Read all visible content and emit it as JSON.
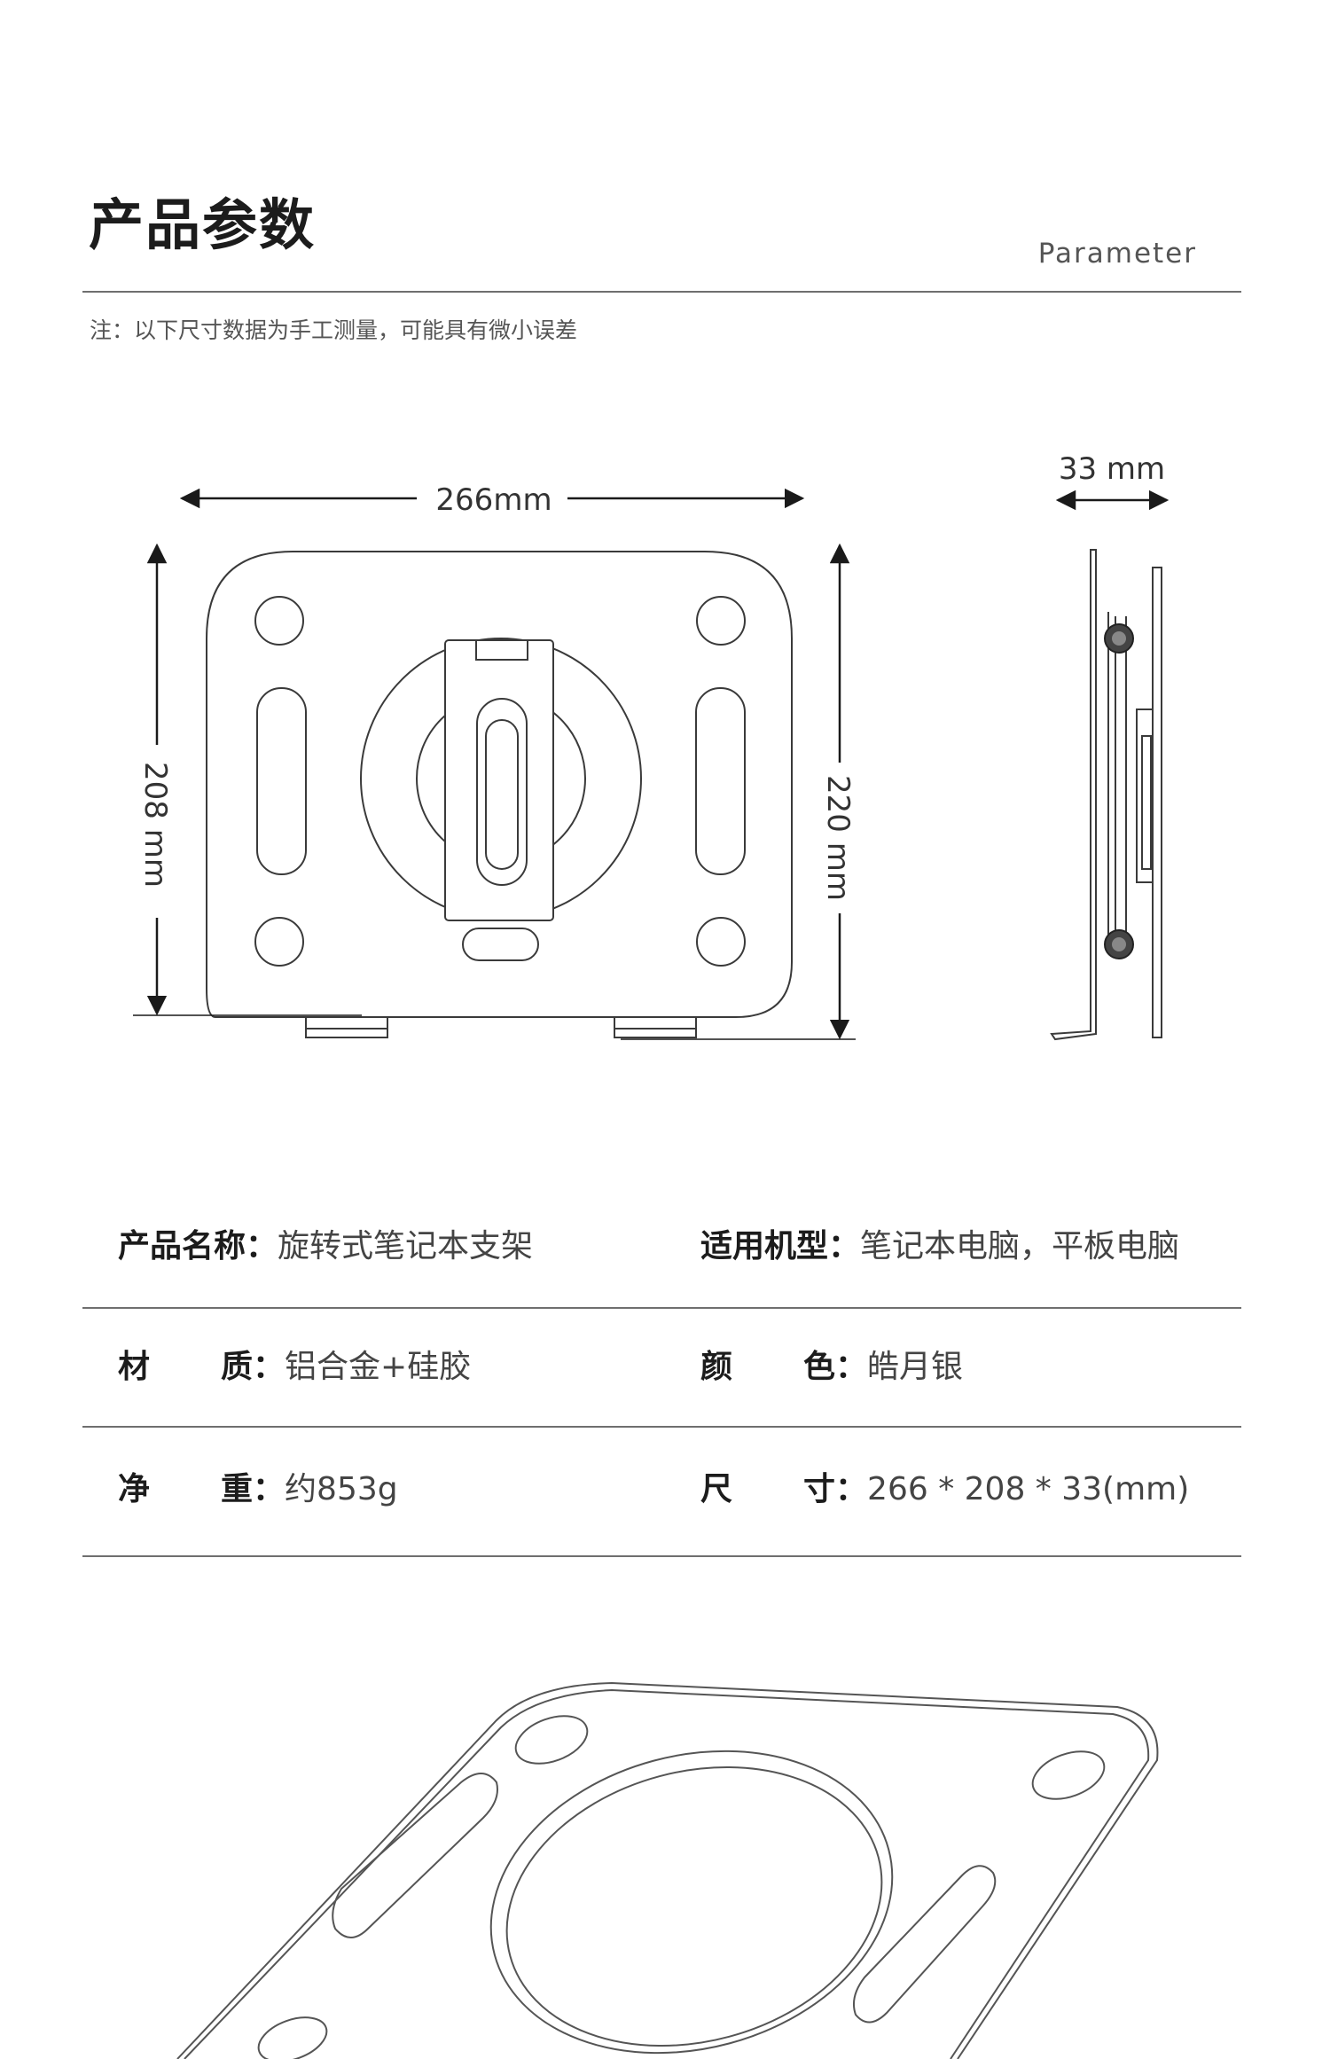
{
  "header": {
    "title": "产品参数",
    "subtitle": "Parameter",
    "note": "注：以下尺寸数据为手工测量，可能具有微小误差"
  },
  "dimensions": {
    "width": "266mm",
    "height_left": "208 mm",
    "height_right": "220 mm",
    "depth": "33 mm"
  },
  "specs": [
    {
      "k1": "产品名称",
      "k2": "",
      "value": "旋转式笔记本支架"
    },
    {
      "k1": "适用机型",
      "k2": "",
      "value": "笔记本电脑，平板电脑"
    },
    {
      "k1": "材",
      "k2": "质",
      "value": "铝合金+硅胶"
    },
    {
      "k1": "颜",
      "k2": "色",
      "value": "皓月银"
    },
    {
      "k1": "净",
      "k2": "重",
      "value": "约853g"
    },
    {
      "k1": "尺",
      "k2": "寸",
      "value": "266 * 208 * 33(mm)"
    }
  ],
  "colors": {
    "line": "#3a3a3a",
    "rule": "#6f6f6f",
    "text": "#222222"
  }
}
